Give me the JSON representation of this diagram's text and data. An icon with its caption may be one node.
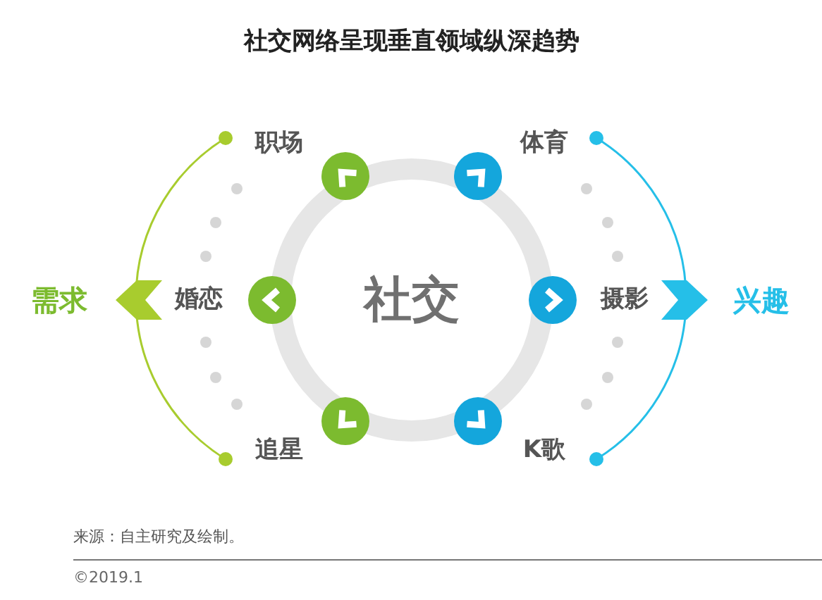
{
  "diagram": {
    "title": "社交网络呈现垂直领域纵深趋势",
    "nodes": [
      {
        "text": [
          "社交"
        ]
      }
    ],
    "labels": [
      "职场",
      "体育",
      "需求",
      "婚恋",
      "摄影",
      "兴趣",
      "追星",
      "K歌",
      "来源：自主研究及绘制。",
      "©2019.1"
    ]
  }
}
